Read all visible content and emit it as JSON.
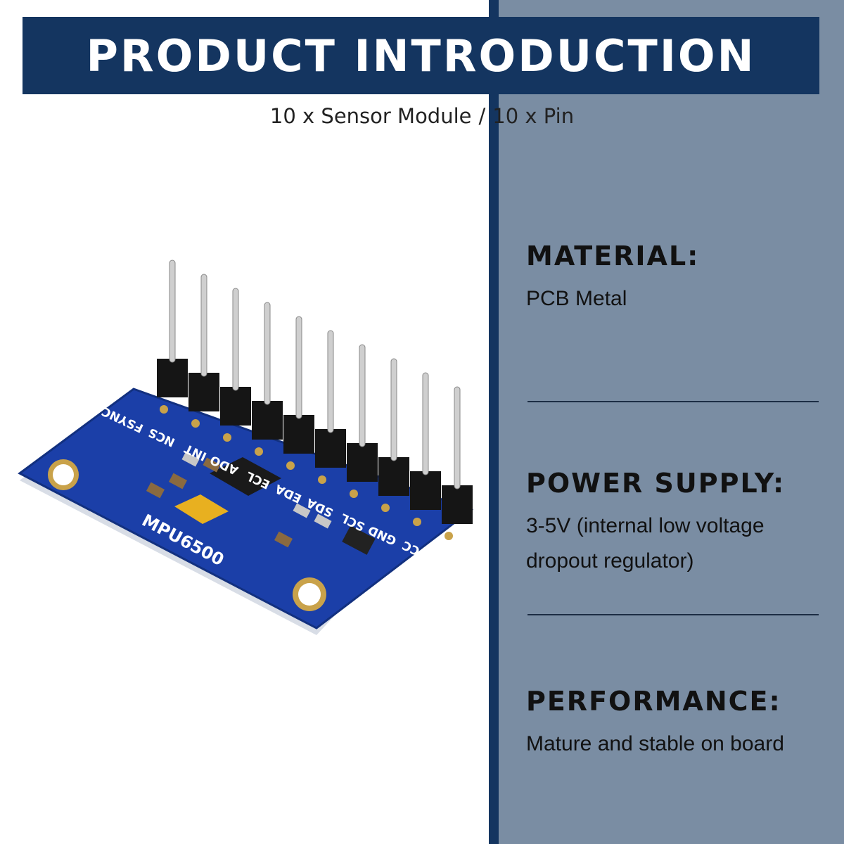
{
  "header": {
    "title": "PRODUCT INTRODUCTION"
  },
  "subtitle": {
    "part1": "10 x Sensor Module",
    "separator": "/",
    "part2": "10 x Pin"
  },
  "specs": [
    {
      "heading": "MATERIAL:",
      "value": "PCB Metal"
    },
    {
      "heading": "POWER SUPPLY:",
      "value": "3-5V (internal low voltage dropout regulator)"
    },
    {
      "heading": "PERFORMANCE:",
      "value": "Mature and stable on board"
    }
  ],
  "product": {
    "model": "MPU6500",
    "pins": [
      "FSYNC",
      "NCS",
      "INT",
      "ADO",
      "ECL",
      "EDA",
      "SDA",
      "SCL",
      "GND",
      "VCC"
    ]
  },
  "colors": {
    "navy": "#143560",
    "panel": "#7a8da3",
    "pcb": "#1b3fa8"
  }
}
